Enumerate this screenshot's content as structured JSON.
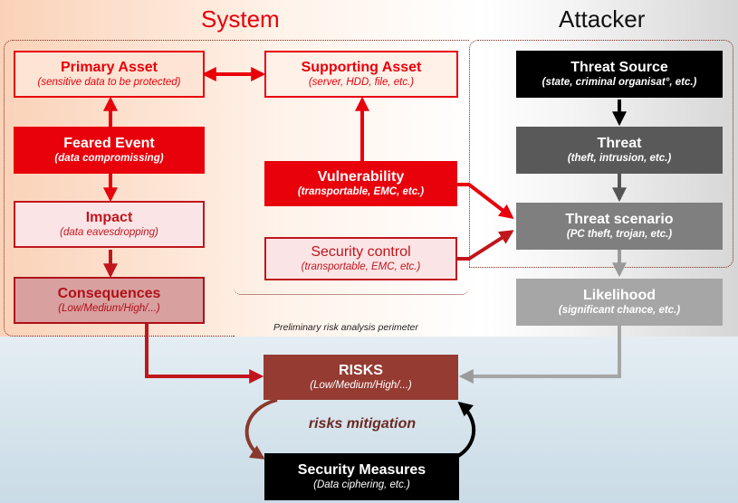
{
  "zones": {
    "system": "System",
    "attacker": "Attacker"
  },
  "perimeter_label": "Preliminary risk analysis perimeter",
  "boxes": {
    "primary_asset": {
      "title": "Primary Asset",
      "sub": "(sensitive data to be protected)"
    },
    "supporting_asset": {
      "title": "Supporting Asset",
      "sub": "(server, HDD, file, etc.)"
    },
    "feared_event": {
      "title": "Feared Event",
      "sub": "(data compromissing)"
    },
    "vulnerability": {
      "title": "Vulnerability",
      "sub": "(transportable, EMC, etc.)"
    },
    "impact": {
      "title": "Impact",
      "sub": "(data eavesdropping)"
    },
    "security_control": {
      "title": "Security control",
      "sub": "(transportable, EMC, etc.)"
    },
    "consequences": {
      "title": "Consequences",
      "sub": "(Low/Medium/High/...)"
    },
    "threat_source": {
      "title": "Threat Source",
      "sub": "(state, criminal organisat°, etc.)"
    },
    "threat": {
      "title": "Threat",
      "sub": "(theft, intrusion, etc.)"
    },
    "threat_scenario": {
      "title": "Threat scenario",
      "sub": "(PC theft, trojan, etc.)"
    },
    "likelihood": {
      "title": "Likelihood",
      "sub": "(significant chance, etc.)"
    },
    "risks": {
      "title": "RISKS",
      "sub": "(Low/Medium/High/...)"
    },
    "security_measures": {
      "title": "Security Measures",
      "sub": "(Data ciphering, etc.)"
    }
  },
  "mitigation_label": "risks mitigation",
  "colors": {
    "red": "#e8000b",
    "dark_red": "#c0161c",
    "risk_brown": "#953b32",
    "black": "#000000",
    "dark_gray": "#555555",
    "gray": "#808080",
    "light_gray": "#a6a6a6"
  }
}
